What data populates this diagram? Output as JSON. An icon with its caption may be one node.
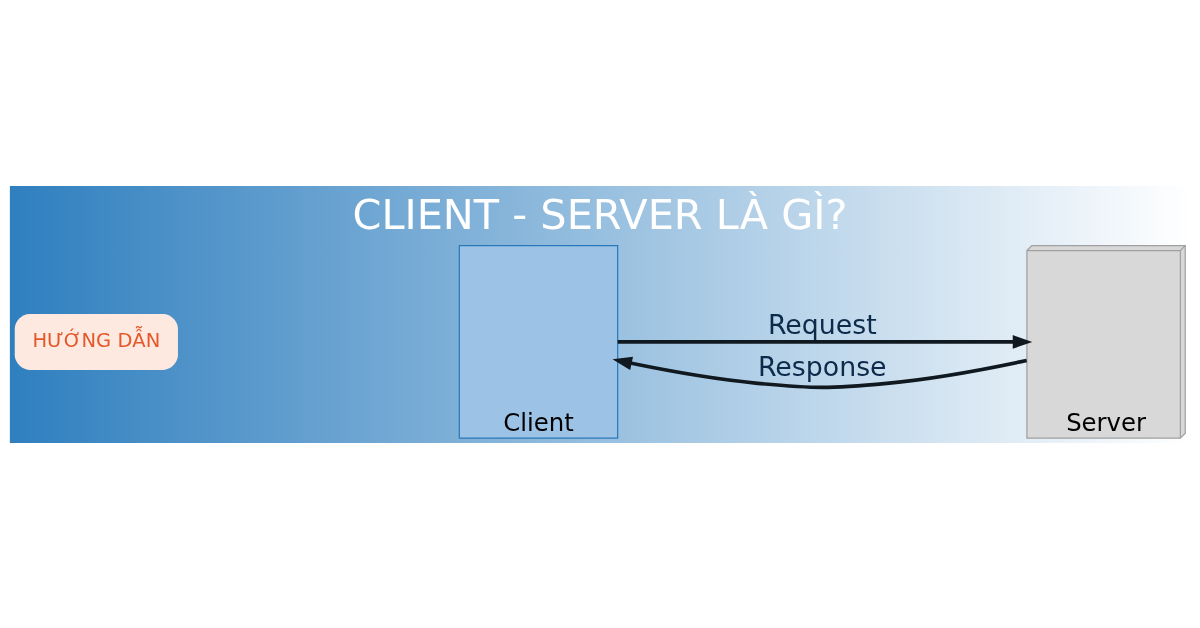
{
  "diagram": {
    "title": "CLIENT - SERVER LÀ GÌ?",
    "nodes": [
      {
        "text": [
          "Client"
        ]
      },
      {
        "text": [
          "Server"
        ]
      }
    ],
    "edges": [
      {
        "from": 0,
        "to": 1,
        "arrow": "to",
        "label": "Request"
      },
      {
        "from": 1,
        "to": 0,
        "arrow": "to",
        "label": "Response"
      }
    ],
    "labels": [
      "HƯỚNG DẪN"
    ]
  }
}
